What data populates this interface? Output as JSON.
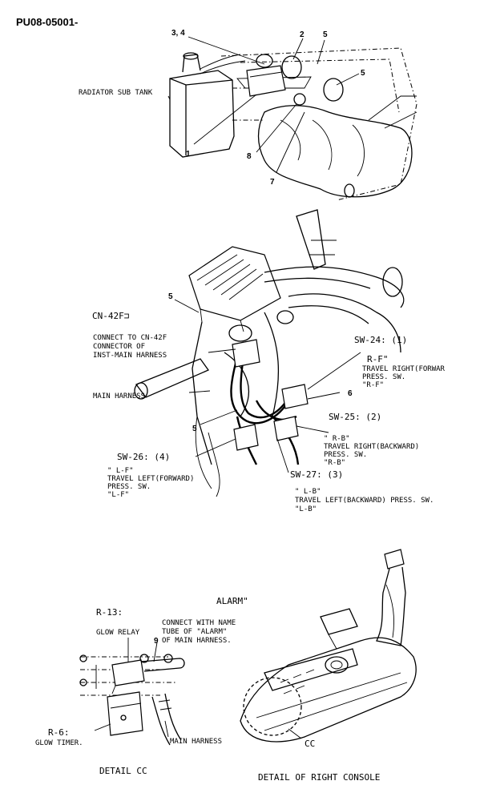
{
  "header": {
    "part_code": "PU08-05001-"
  },
  "top_view": {
    "radiator_label": "RADIATOR SUB TANK",
    "callouts": [
      "3, 4",
      "2",
      "5",
      "5",
      "1",
      "8",
      "7"
    ]
  },
  "middle_view": {
    "cn42f": "CN-42F⊐",
    "connect_note": [
      "CONNECT TO CN-42F",
      "CONNECTOR OF",
      "INST-MAIN HARNESS"
    ],
    "main_harness": "MAIN HARNESS",
    "callout_5a": "5",
    "callout_5b": "5",
    "callout_6": "6",
    "sw24": "SW-24: (1)",
    "rf": [
      "R-F\"",
      "TRAVEL RIGHT(FORWAR",
      "PRESS. SW.",
      "\"R-F\""
    ],
    "sw25": "SW-25: (2)",
    "rb": [
      "\" R-B\"",
      "TRAVEL RIGHT(BACKWARD)",
      "PRESS. SW.",
      "\"R-B\""
    ],
    "sw26": "SW-26: (4)",
    "lf": [
      "\" L-F\"",
      "TRAVEL LEFT(FORWARD)",
      "PRESS. SW.",
      "\"L-F\""
    ],
    "sw27": "SW-27: (3)",
    "lb": [
      "\" L-B\"",
      "TRAVEL LEFT(BACKWARD) PRESS. SW.",
      "\"L-B\""
    ]
  },
  "bottom_view": {
    "alarm": "ALARM\"",
    "r13": "R-13:",
    "glow_relay": "GLOW RELAY",
    "connect_note": [
      "CONNECT WITH NAME",
      "TUBE OF \"ALARM\"",
      "OF MAIN HARNESS."
    ],
    "callout_9": "9",
    "r6": [
      "R-6:",
      "GLOW TIMER."
    ],
    "main_harness": "MAIN HARNESS",
    "cc": "CC",
    "detail_cc": "DETAIL CC",
    "detail_console": "DETAIL OF RIGHT CONSOLE"
  }
}
